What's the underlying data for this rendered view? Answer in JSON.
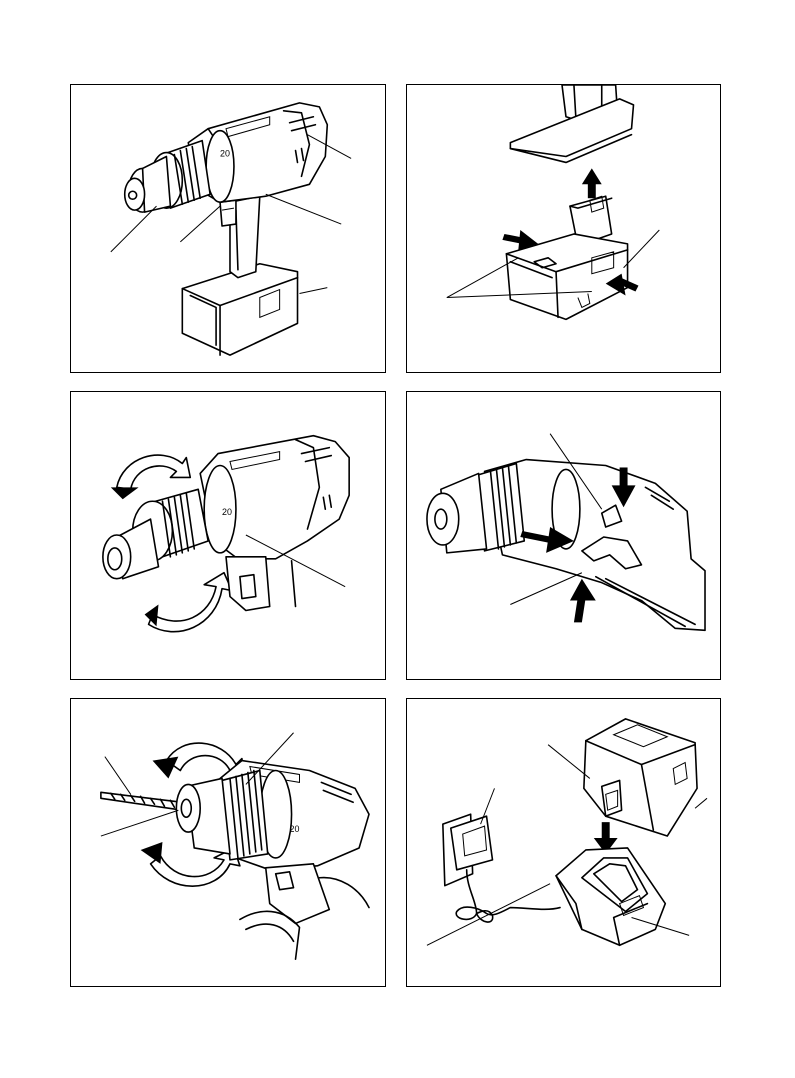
{
  "figures": [
    {
      "id": "fig-1",
      "dial_text": "20"
    },
    {
      "id": "fig-2"
    },
    {
      "id": "fig-3",
      "dial_text": "20"
    },
    {
      "id": "fig-4"
    },
    {
      "id": "fig-5",
      "dial_text": "20"
    },
    {
      "id": "fig-6"
    }
  ]
}
